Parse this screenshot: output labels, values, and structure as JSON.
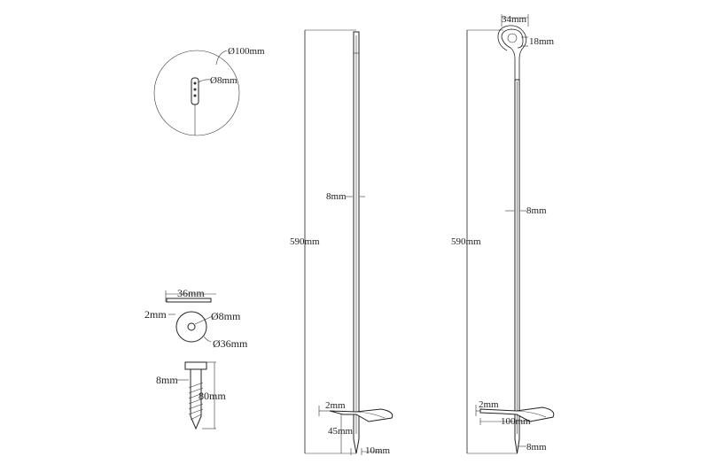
{
  "hook_plate": {
    "outer_diameter": "Ø100mm",
    "hole_diameter": "Ø8mm"
  },
  "washer": {
    "width": "36mm",
    "thickness": "2mm",
    "hole_diameter": "Ø8mm",
    "outer_diameter": "Ø36mm"
  },
  "screw": {
    "diameter": "8mm",
    "length": "80mm"
  },
  "stake_plain": {
    "rod_diameter": "8mm",
    "length": "590mm",
    "plate_thickness": "2mm",
    "tip_length": "45mm",
    "tip_width": "10mm"
  },
  "stake_eye": {
    "loop_width": "34mm",
    "loop_height": "18mm",
    "rod_diameter": "8mm",
    "length": "590mm",
    "plate_thickness": "2mm",
    "plate_width": "100mm",
    "tip_diameter": "8mm"
  }
}
